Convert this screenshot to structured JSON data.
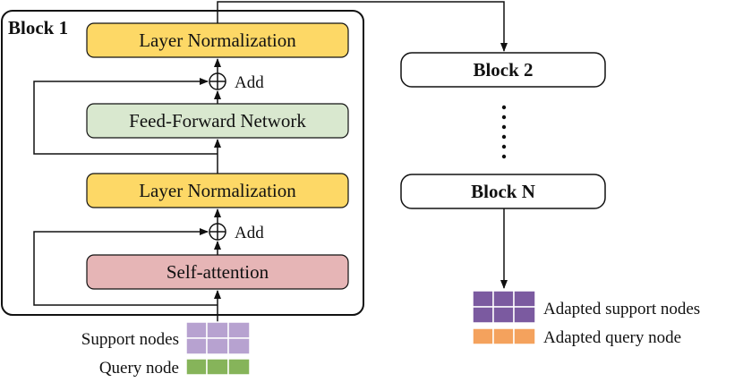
{
  "diagram": {
    "block1": {
      "title": "Block 1",
      "layer_norm_top": "Layer Normalization",
      "add_top": "Add",
      "ffn": "Feed-Forward Network",
      "layer_norm_bottom": "Layer Normalization",
      "add_bottom": "Add",
      "self_attention": "Self-attention"
    },
    "block2": "Block 2",
    "blockN": "Block N",
    "inputs": {
      "support_label": "Support nodes",
      "query_label": "Query node"
    },
    "outputs": {
      "support_label": "Adapted support nodes",
      "query_label": "Adapted query node"
    },
    "colors": {
      "layer_norm": "#FDD866",
      "ffn": "#D9E8CF",
      "self_attention": "#E6B5B6",
      "support_input": "#B7A2D0",
      "query_input": "#86B45A",
      "support_output": "#7B5AA0",
      "query_output": "#F4A25D"
    }
  }
}
